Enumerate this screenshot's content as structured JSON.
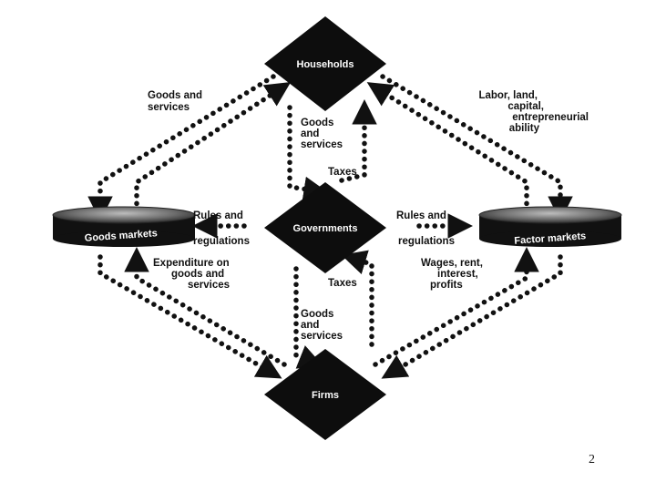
{
  "nodes": {
    "households": "Households",
    "governments": "Governments",
    "firms": "Firms",
    "goods_markets": "Goods markets",
    "factor_markets": "Factor markets"
  },
  "flows": {
    "goods_services_outer": [
      "Goods  and",
      "services"
    ],
    "labor_land": [
      "Labor, land,",
      "capital,",
      "entrepreneurial",
      "ability"
    ],
    "goods_services_top": [
      "Goods",
      "and",
      "services"
    ],
    "taxes_top": "Taxes",
    "rules_left": [
      "Rules and",
      "regulations"
    ],
    "rules_right": [
      "Rules and",
      "regulations"
    ],
    "expenditure": [
      "Expenditure on",
      "goods and",
      "services"
    ],
    "wages": [
      "Wages, rent,",
      "interest,",
      "profits"
    ],
    "taxes_bottom": "Taxes",
    "goods_services_bottom": [
      "Goods",
      "and",
      "services"
    ]
  },
  "page_number": "2"
}
